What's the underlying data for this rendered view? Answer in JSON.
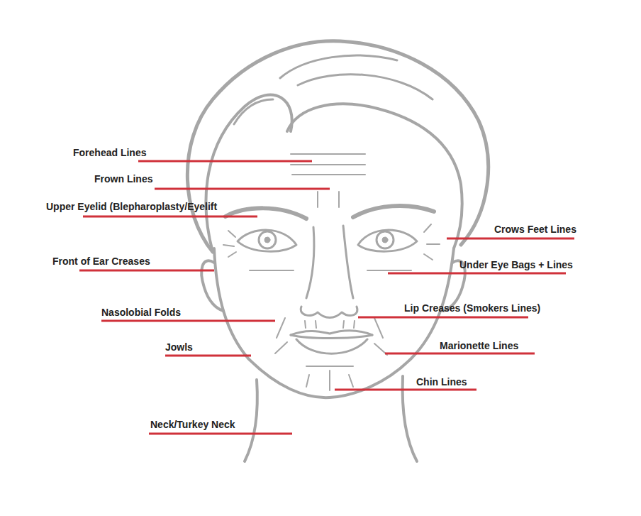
{
  "diagram": {
    "labels": [
      "Forehead Lines",
      "Frown Lines",
      "Upper Eyelid (Blepharoplasty/Eyelift",
      "Front of Ear Creases",
      "Nasolobial Folds",
      "Jowls",
      "Neck/Turkey Neck",
      "Crows Feet Lines",
      "Under Eye Bags + Lines",
      "Lip Creases (Smokers Lines)",
      "Marionette Lines",
      "Chin Lines"
    ]
  }
}
